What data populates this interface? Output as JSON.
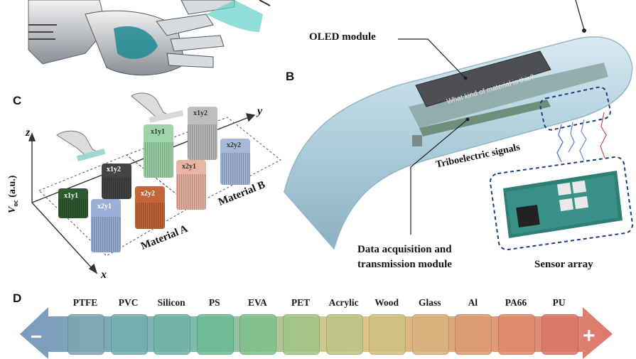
{
  "panels": {
    "b": "B",
    "c": "C",
    "d": "D"
  },
  "labels": {
    "oled": "OLED module",
    "oled_screen": "What kind of material is this?",
    "triboelectric": "Triboelectric signals",
    "sensor_array": "Sensor array",
    "data_line1": "Data acquisition and",
    "data_line2": "transmission module",
    "material_a": "Material A",
    "material_b": "Material B"
  },
  "axes": {
    "x": "x",
    "y": "y",
    "z": "z",
    "v": "V",
    "v_sub": "oc",
    "v_unit": "(a.u.)"
  },
  "cells": [
    "x1y1",
    "x1y2",
    "x2y1",
    "x2y2"
  ],
  "materials": [
    "PTFE",
    "PVC",
    "Silicon",
    "PS",
    "EVA",
    "PET",
    "Acrylic",
    "Wood",
    "Glass",
    "Al",
    "PA66",
    "PU"
  ],
  "signs": {
    "minus": "−",
    "plus": "+"
  },
  "colors": {
    "scale_start": "#6f8fb8",
    "scale_mid": "#d9c27a",
    "scale_end": "#d9685e"
  }
}
